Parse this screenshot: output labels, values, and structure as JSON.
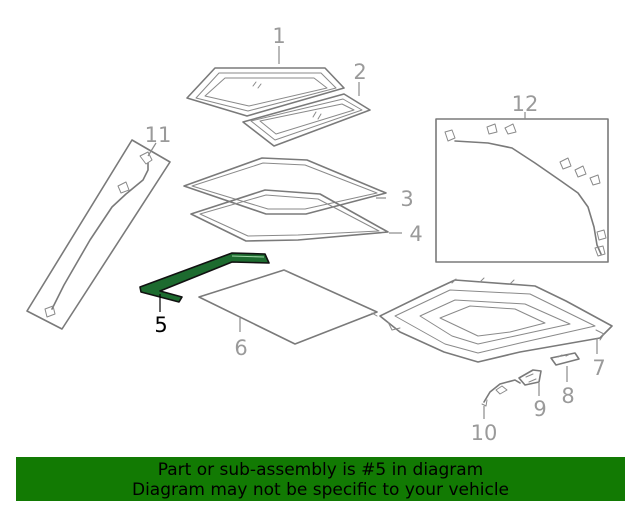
{
  "diagram": {
    "callouts": [
      "1",
      "2",
      "3",
      "4",
      "5",
      "6",
      "7",
      "8",
      "9",
      "10",
      "11",
      "12"
    ],
    "highlighted": "5",
    "colors": {
      "highlight_part": "#1d6b2f",
      "line": "#7a7a7a",
      "callout_text": "#9a9a9a",
      "banner_bg": "#127a03"
    }
  },
  "banner": {
    "line1": "Part or sub-assembly is #5 in diagram",
    "line2": "Diagram may not be specific to your vehicle"
  }
}
